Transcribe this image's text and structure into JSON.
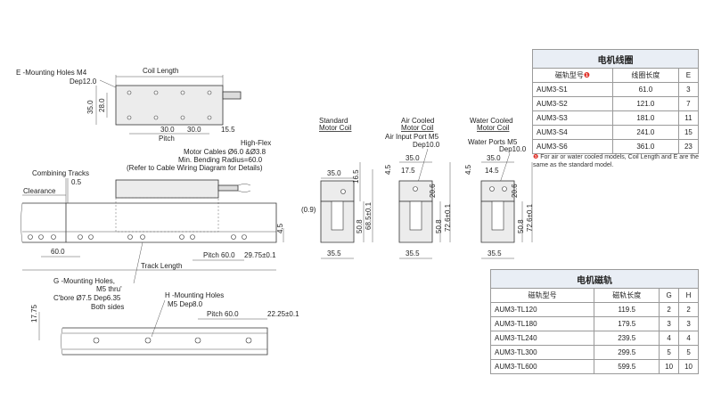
{
  "top_view": {
    "e_holes_label": "E -Mounting Holes M4",
    "e_holes_depth": "Dep12.0",
    "coil_length_label": "Coil Length",
    "dim_35": "35.0",
    "dim_28": "28.0",
    "pitch_30a": "30.0",
    "pitch_30b": "30.0",
    "dim_15_5": "15.5",
    "pitch_label": "Pitch"
  },
  "cable_note": {
    "line1": "High-Flex",
    "line2": "Motor Cables Ø6.0 &Ø3.8",
    "line3": "Min. Bending Radius=60.0",
    "line4": "(Refer to Cable Wiring Diagram for Details)"
  },
  "side_view": {
    "combining_tracks": "Combining Tracks",
    "dim_0_5": "0.5",
    "clearance": "Clearance",
    "dim_4_5": "4.5",
    "dim_60": "60.0",
    "pitch_60": "Pitch 60.0",
    "dim_29_75": "29.75±0.1",
    "track_length": "Track Length"
  },
  "g_holes": {
    "line1": "G -Mounting Holes,",
    "line2": "M5 thru'",
    "line3": "C'bore Ø7.5 Dep6.35",
    "line4": "Both sides"
  },
  "h_holes": {
    "line1": "H -Mounting Holes",
    "line2": "M5 Dep8.0"
  },
  "bottom_view": {
    "dim_17_75": "17.75",
    "pitch_60": "Pitch 60.0",
    "dim_22_25": "22.25±0.1"
  },
  "standard": {
    "title1": "Standard",
    "title2": "Motor Coil",
    "dim_35": "35.0",
    "dim_16_5": "16.5",
    "dim_0_9": "(0.9)",
    "dim_50_8": "50.8",
    "dim_68_5": "68.5±0.1",
    "dim_35_5": "35.5"
  },
  "air": {
    "title1": "Air Cooled",
    "title2": "Motor Coil",
    "port_line1": "Air Input Port M5",
    "port_line2": "Dep10.0",
    "dim_35": "35.0",
    "dim_4_5": "4.5",
    "dim_17_5": "17.5",
    "dim_20_6": "20.6",
    "dim_50_8": "50.8",
    "dim_72_6": "72.6±0.1",
    "dim_35_5": "35.5"
  },
  "water": {
    "title1": "Water Cooled",
    "title2": "Motor Coil",
    "port_line1": "Water Ports M5",
    "port_line2": "Dep10.0",
    "dim_35": "35.0",
    "dim_4_5": "4.5",
    "dim_14_5": "14.5",
    "dim_20_6": "20.6",
    "dim_50_8": "50.8",
    "dim_72_6": "72.6±0.1",
    "dim_35_5": "35.5"
  },
  "coil_table": {
    "title": "电机线圈",
    "headers": [
      "磁轨型号",
      "线圈长度",
      "E"
    ],
    "rows": [
      [
        "AUM3-S1",
        "61.0",
        "3"
      ],
      [
        "AUM3-S2",
        "121.0",
        "7"
      ],
      [
        "AUM3-S3",
        "181.0",
        "11"
      ],
      [
        "AUM3-S4",
        "241.0",
        "15"
      ],
      [
        "AUM3-S6",
        "361.0",
        "23"
      ]
    ],
    "note": "For air or water cooled models, Coil Length and E are the same as the standard model."
  },
  "rail_table": {
    "title": "电机磁轨",
    "headers": [
      "磁轨型号",
      "磁轨长度",
      "G",
      "H"
    ],
    "rows": [
      [
        "AUM3-TL120",
        "119.5",
        "2",
        "2"
      ],
      [
        "AUM3-TL180",
        "179.5",
        "3",
        "3"
      ],
      [
        "AUM3-TL240",
        "239.5",
        "4",
        "4"
      ],
      [
        "AUM3-TL300",
        "299.5",
        "5",
        "5"
      ],
      [
        "AUM3-TL600",
        "599.5",
        "10",
        "10"
      ]
    ]
  },
  "colors": {
    "note_mark": "#e0342c",
    "table_title_bg": "#e9eef5"
  }
}
